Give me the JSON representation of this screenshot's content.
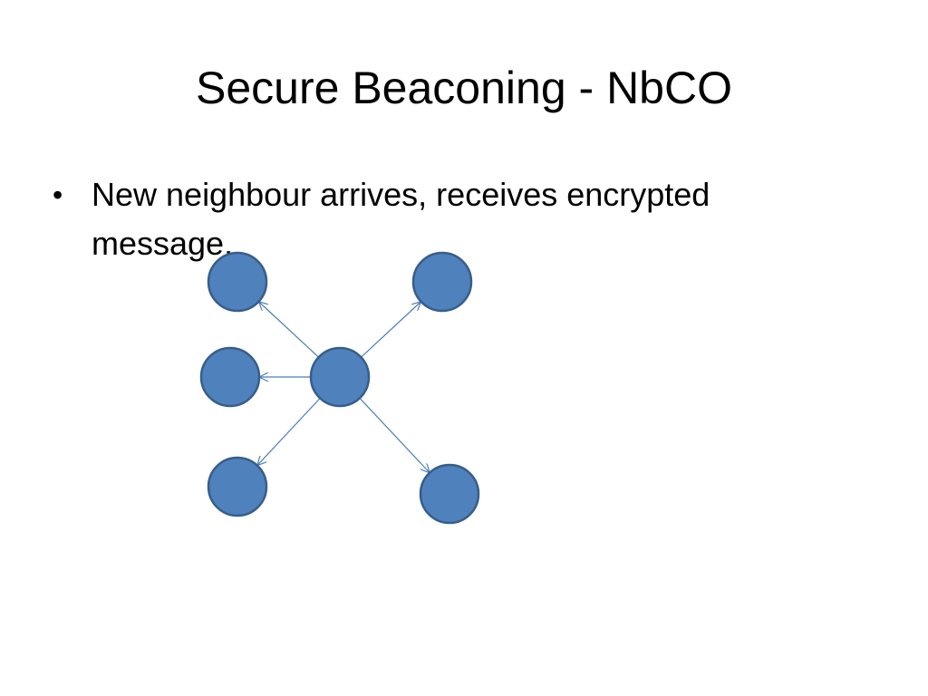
{
  "slide": {
    "title": "Secure Beaconing - NbCO",
    "bullets": [
      {
        "marker": "•",
        "text": "New neighbour arrives, receives encrypted message."
      }
    ]
  },
  "diagram": {
    "node_fill": "#4f81bd",
    "node_stroke": "#385d8a",
    "edge_color": "#4a7ebb",
    "nodes": [
      {
        "id": "center"
      },
      {
        "id": "top-left"
      },
      {
        "id": "top-right"
      },
      {
        "id": "left"
      },
      {
        "id": "bottom-left"
      },
      {
        "id": "bottom-right"
      }
    ],
    "edges": [
      {
        "from": "center",
        "to": "top-left"
      },
      {
        "from": "center",
        "to": "top-right"
      },
      {
        "from": "center",
        "to": "left"
      },
      {
        "from": "center",
        "to": "bottom-left"
      },
      {
        "from": "center",
        "to": "bottom-right"
      }
    ]
  }
}
